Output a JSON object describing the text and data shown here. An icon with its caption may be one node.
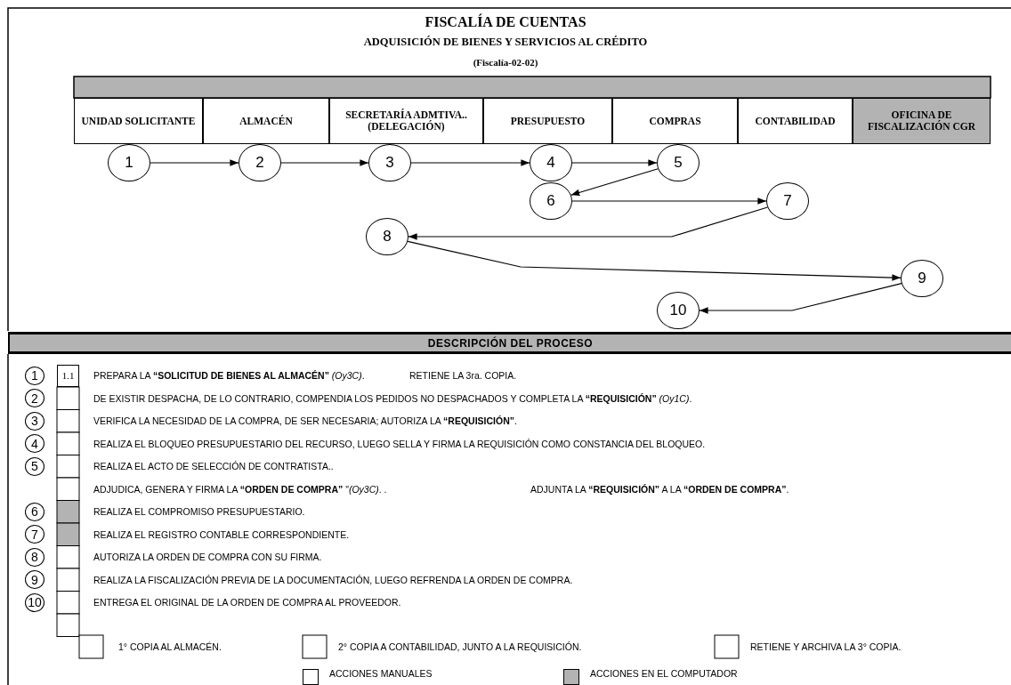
{
  "diagram": {
    "title": "FISCALÍA DE CUENTAS",
    "nodes": [
      {
        "text": [
          "UNIDAD SOLICITANTE"
        ]
      },
      {
        "text": [
          "ALMACÉN"
        ]
      },
      {
        "text": [
          "SECRETARÍA ADMTIVA.. (DELEGACIÓN)"
        ]
      },
      {
        "text": [
          "PRESUPUESTO"
        ]
      },
      {
        "text": [
          "COMPRAS"
        ]
      },
      {
        "text": [
          "CONTABILIDAD"
        ]
      },
      {
        "text": [
          "OFICINA DE FISCALIZACIÓN CGR"
        ]
      },
      {
        "text": [
          "1"
        ]
      },
      {
        "text": [
          "2"
        ]
      },
      {
        "text": [
          "3"
        ]
      },
      {
        "text": [
          "4"
        ]
      },
      {
        "text": [
          "5"
        ]
      },
      {
        "text": [
          "6"
        ]
      },
      {
        "text": [
          "7"
        ]
      },
      {
        "text": [
          "8"
        ]
      },
      {
        "text": [
          "9"
        ]
      },
      {
        "text": [
          "10"
        ]
      },
      {
        "text": [
          "DESCRIPCIÓN DEL PROCESO"
        ]
      },
      {
        "text": [
          "1"
        ]
      },
      {
        "text": [
          "1.1"
        ]
      },
      {
        "text": [
          "2"
        ]
      },
      {
        "text": [
          "3"
        ]
      },
      {
        "text": [
          "4"
        ]
      },
      {
        "text": [
          "5"
        ]
      },
      {
        "text": [
          "6"
        ]
      },
      {
        "text": [
          "7"
        ]
      },
      {
        "text": [
          "8"
        ]
      },
      {
        "text": [
          "9"
        ]
      },
      {
        "text": [
          "10"
        ]
      }
    ],
    "edges": [
      {
        "from": 7,
        "to": 8,
        "arrow": "to"
      },
      {
        "from": 8,
        "to": 9,
        "arrow": "to"
      },
      {
        "from": 9,
        "to": 10,
        "arrow": "to"
      },
      {
        "from": 10,
        "to": 11,
        "arrow": "to"
      },
      {
        "from": 11,
        "to": 12,
        "arrow": "to"
      },
      {
        "from": 12,
        "to": 13,
        "arrow": "to"
      },
      {
        "from": 13,
        "to": 14,
        "arrow": "to"
      },
      {
        "from": 14,
        "to": 15,
        "arrow": "to"
      },
      {
        "from": 15,
        "to": 16,
        "arrow": "to"
      }
    ],
    "labels": [
      "ADQUISICIÓN DE BIENES Y SERVICIOS AL CRÉDITO",
      "(Fiscalía-02-02)",
      "PREPARA LA **“SOLICITUD DE BIENES AL ALMACÉN”** *(Oy3C)*.",
      "RETIENE LA 3ra. COPIA.",
      "DE EXISTIR DESPACHA, DE LO CONTRARIO, COMPENDIA LOS PEDIDOS NO DESPACHADOS Y COMPLETA LA **“REQUISICIÓN”** *(Oy1C)*.",
      "VERIFICA LA NECESIDAD DE LA COMPRA, DE SER NECESARIA; AUTORIZA LA **“REQUISICIÓN”**.",
      "REALIZA EL BLOQUEO PRESUPUESTARIO DEL RECURSO, LUEGO SELLA Y FIRMA LA REQUISICIÓN COMO CONSTANCIA DEL BLOQUEO.",
      "REALIZA EL ACTO DE SELECCIÓN DE CONTRATISTA..",
      "ADJUDICA, GENERA Y FIRMA LA **“ORDEN DE COMPRA”** \"*(Oy3C)*. .",
      "ADJUNTA LA **“REQUISICIÓN”** A LA **“ORDEN DE COMPRA”**.",
      "REALIZA EL COMPROMISO PRESUPUESTARIO.",
      "REALIZA EL REGISTRO CONTABLE CORRESPONDIENTE.",
      "AUTORIZA LA ORDEN DE COMPRA CON SU FIRMA.",
      "REALIZA LA FISCALIZACIÓN PREVIA DE LA DOCUMENTACIÓN, LUEGO REFRENDA LA ORDEN DE COMPRA.",
      "ENTREGA EL ORIGINAL DE LA ORDEN DE COMPRA AL PROVEEDOR.",
      "1° COPIA AL ALMACÉN.",
      "2° COPIA A CONTABILIDAD, JUNTO A LA REQUISICIÓN.",
      "RETIENE Y ARCHIVA LA 3° COPIA."
    ],
    "legend": [
      {
        "text": "ACCIONES MANUALES",
        "color": "#ffffff"
      },
      {
        "text": "ACCIONES EN EL COMPUTADOR",
        "color": "#b3b3b3"
      }
    ]
  }
}
